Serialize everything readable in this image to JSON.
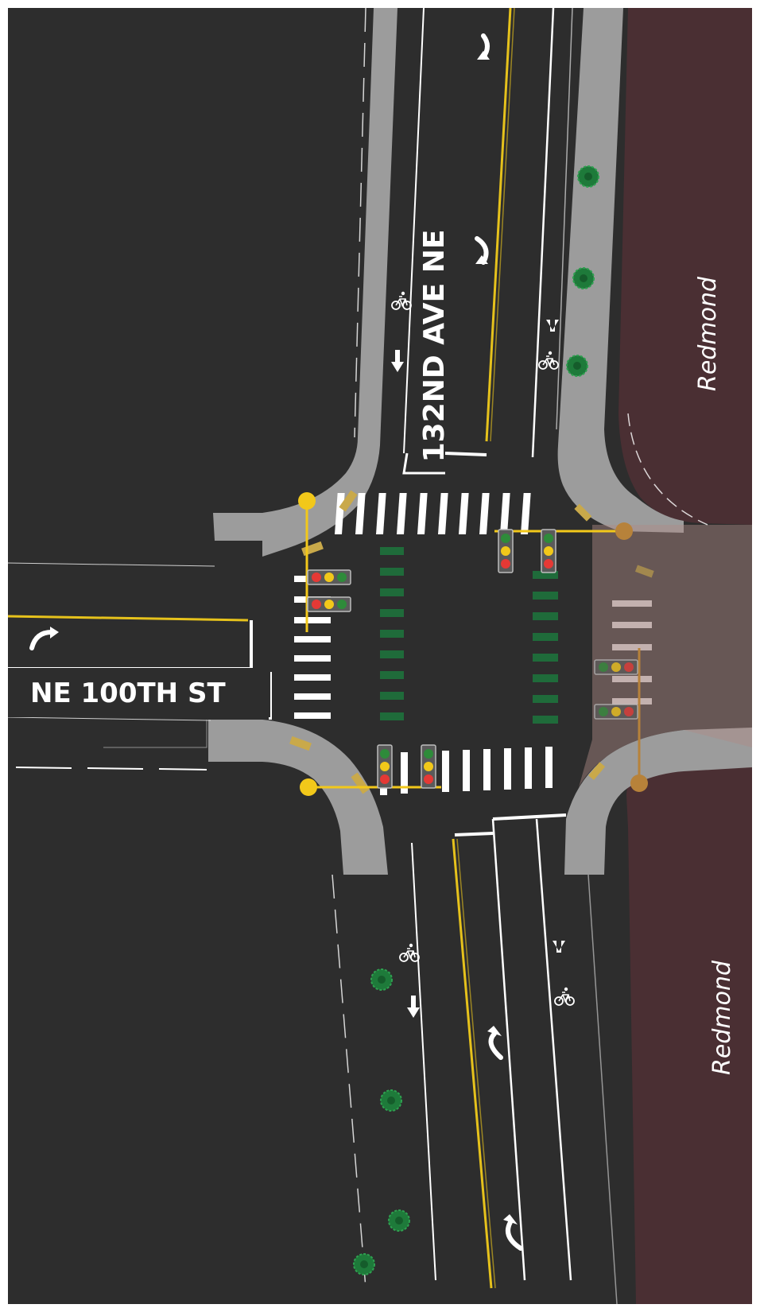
{
  "map": {
    "streets": {
      "north_south": "132ND AVE NE",
      "east_west": "NE 100TH ST"
    },
    "city_labels": [
      "Redmond",
      "Redmond"
    ],
    "colors": {
      "pavement": "#2d2d2d",
      "sidewalk": "#9c9c9c",
      "sidewalk_dark": "#8a8a8a",
      "redmond_area": "#4a2f33",
      "redmond_overlay": "#b08b88",
      "center_line": "#e6c21c",
      "lane_marking": "#ffffff",
      "bike_crossing": "#1f6b3a",
      "signal_pole": "#f2c81a",
      "signal_pole_redmond": "#b7823a",
      "signal_red": "#e53935",
      "signal_yellow": "#f2c81a",
      "signal_green": "#2e8b3a",
      "tree": "#1e7a3a",
      "tactile_pad": "#c9a94a"
    },
    "icons": [
      "signal-head-icon",
      "bike-symbol-icon",
      "turn-arrow-icon",
      "straight-arrow-icon",
      "tree-icon"
    ]
  }
}
